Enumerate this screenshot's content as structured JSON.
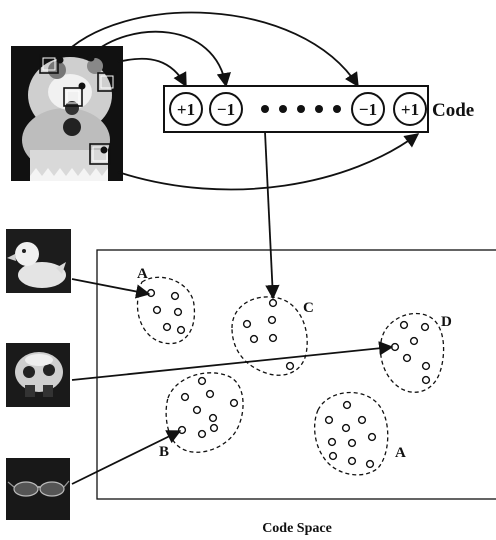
{
  "code_bar": {
    "label": "Code",
    "bits": [
      "+1",
      "−1",
      "−1",
      "+1"
    ]
  },
  "code_space": {
    "caption": "Code Space",
    "cluster_labels": {
      "top_left": "A",
      "center": "C",
      "right": "D",
      "lower_left": "B",
      "bottom": "A"
    }
  },
  "thumbnails": [
    "cat-figurine-image",
    "duck-image",
    "toy-image",
    "sunglasses-image"
  ]
}
